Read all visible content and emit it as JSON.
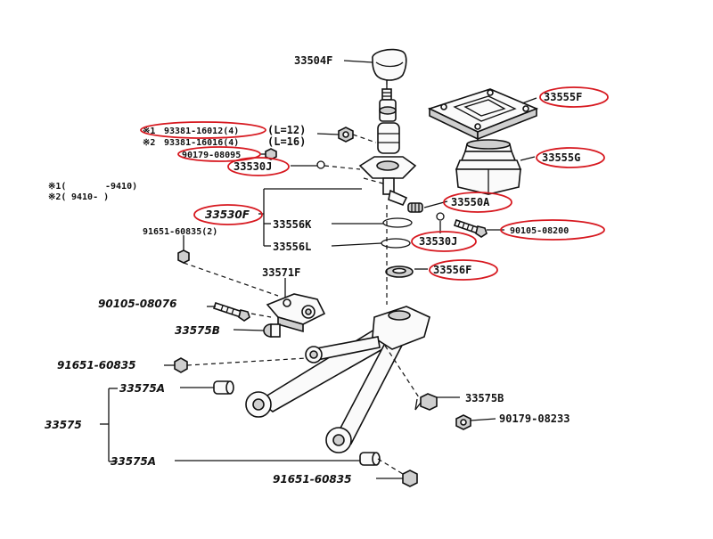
{
  "labels": {
    "p33504f": "33504F",
    "p33555f": "33555F",
    "p33555g": "33555G",
    "p93381_16012": "93381-16012(4)",
    "len12": "(L=12)",
    "p93381_16016": "93381-16016(4)",
    "len16": "(L=16)",
    "mark1": "※1",
    "mark2": "※2",
    "p90179_08095": "90179-08095",
    "p33530j_a": "33530J",
    "note1_mark": "※1(",
    "note1_val": "-9410)",
    "note2_mark": "※2(",
    "note2_val": "9410-      )",
    "p33550a": "33550A",
    "p33530f": "33530F",
    "p33556k": "33556K",
    "p91651_60835_2": "91651-60835(2)",
    "p90105_08200": "90105-08200",
    "p33556l": "33556L",
    "p33530j_b": "33530J",
    "p33556f": "33556F",
    "p33571f": "33571F",
    "p90105_08076": "90105-08076",
    "p33575b_a": "33575B",
    "p91651_60835_a": "91651-60835",
    "p33575a_a": "33575A",
    "p33575b_b": "33575B",
    "p90179_08233": "90179-08233",
    "p33575": "33575",
    "p33575a_b": "33575A",
    "p91651_60835_b": "91651-60835"
  },
  "highlight_color": "#d71920"
}
